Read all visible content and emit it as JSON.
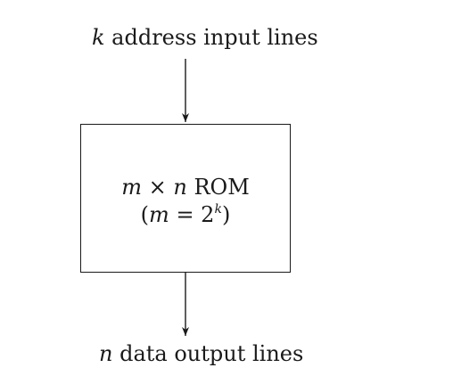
{
  "diagram": {
    "input_label": {
      "var": "k",
      "text": " address input lines"
    },
    "rom": {
      "line1_m": "m",
      "line1_times": " × ",
      "line1_n": "n",
      "line1_suffix": " ROM",
      "line2_open": "(",
      "line2_m": "m",
      "line2_eq": " = 2",
      "line2_exp": "k",
      "line2_close": ")"
    },
    "output_label": {
      "var": "n",
      "text": " data output lines"
    }
  }
}
